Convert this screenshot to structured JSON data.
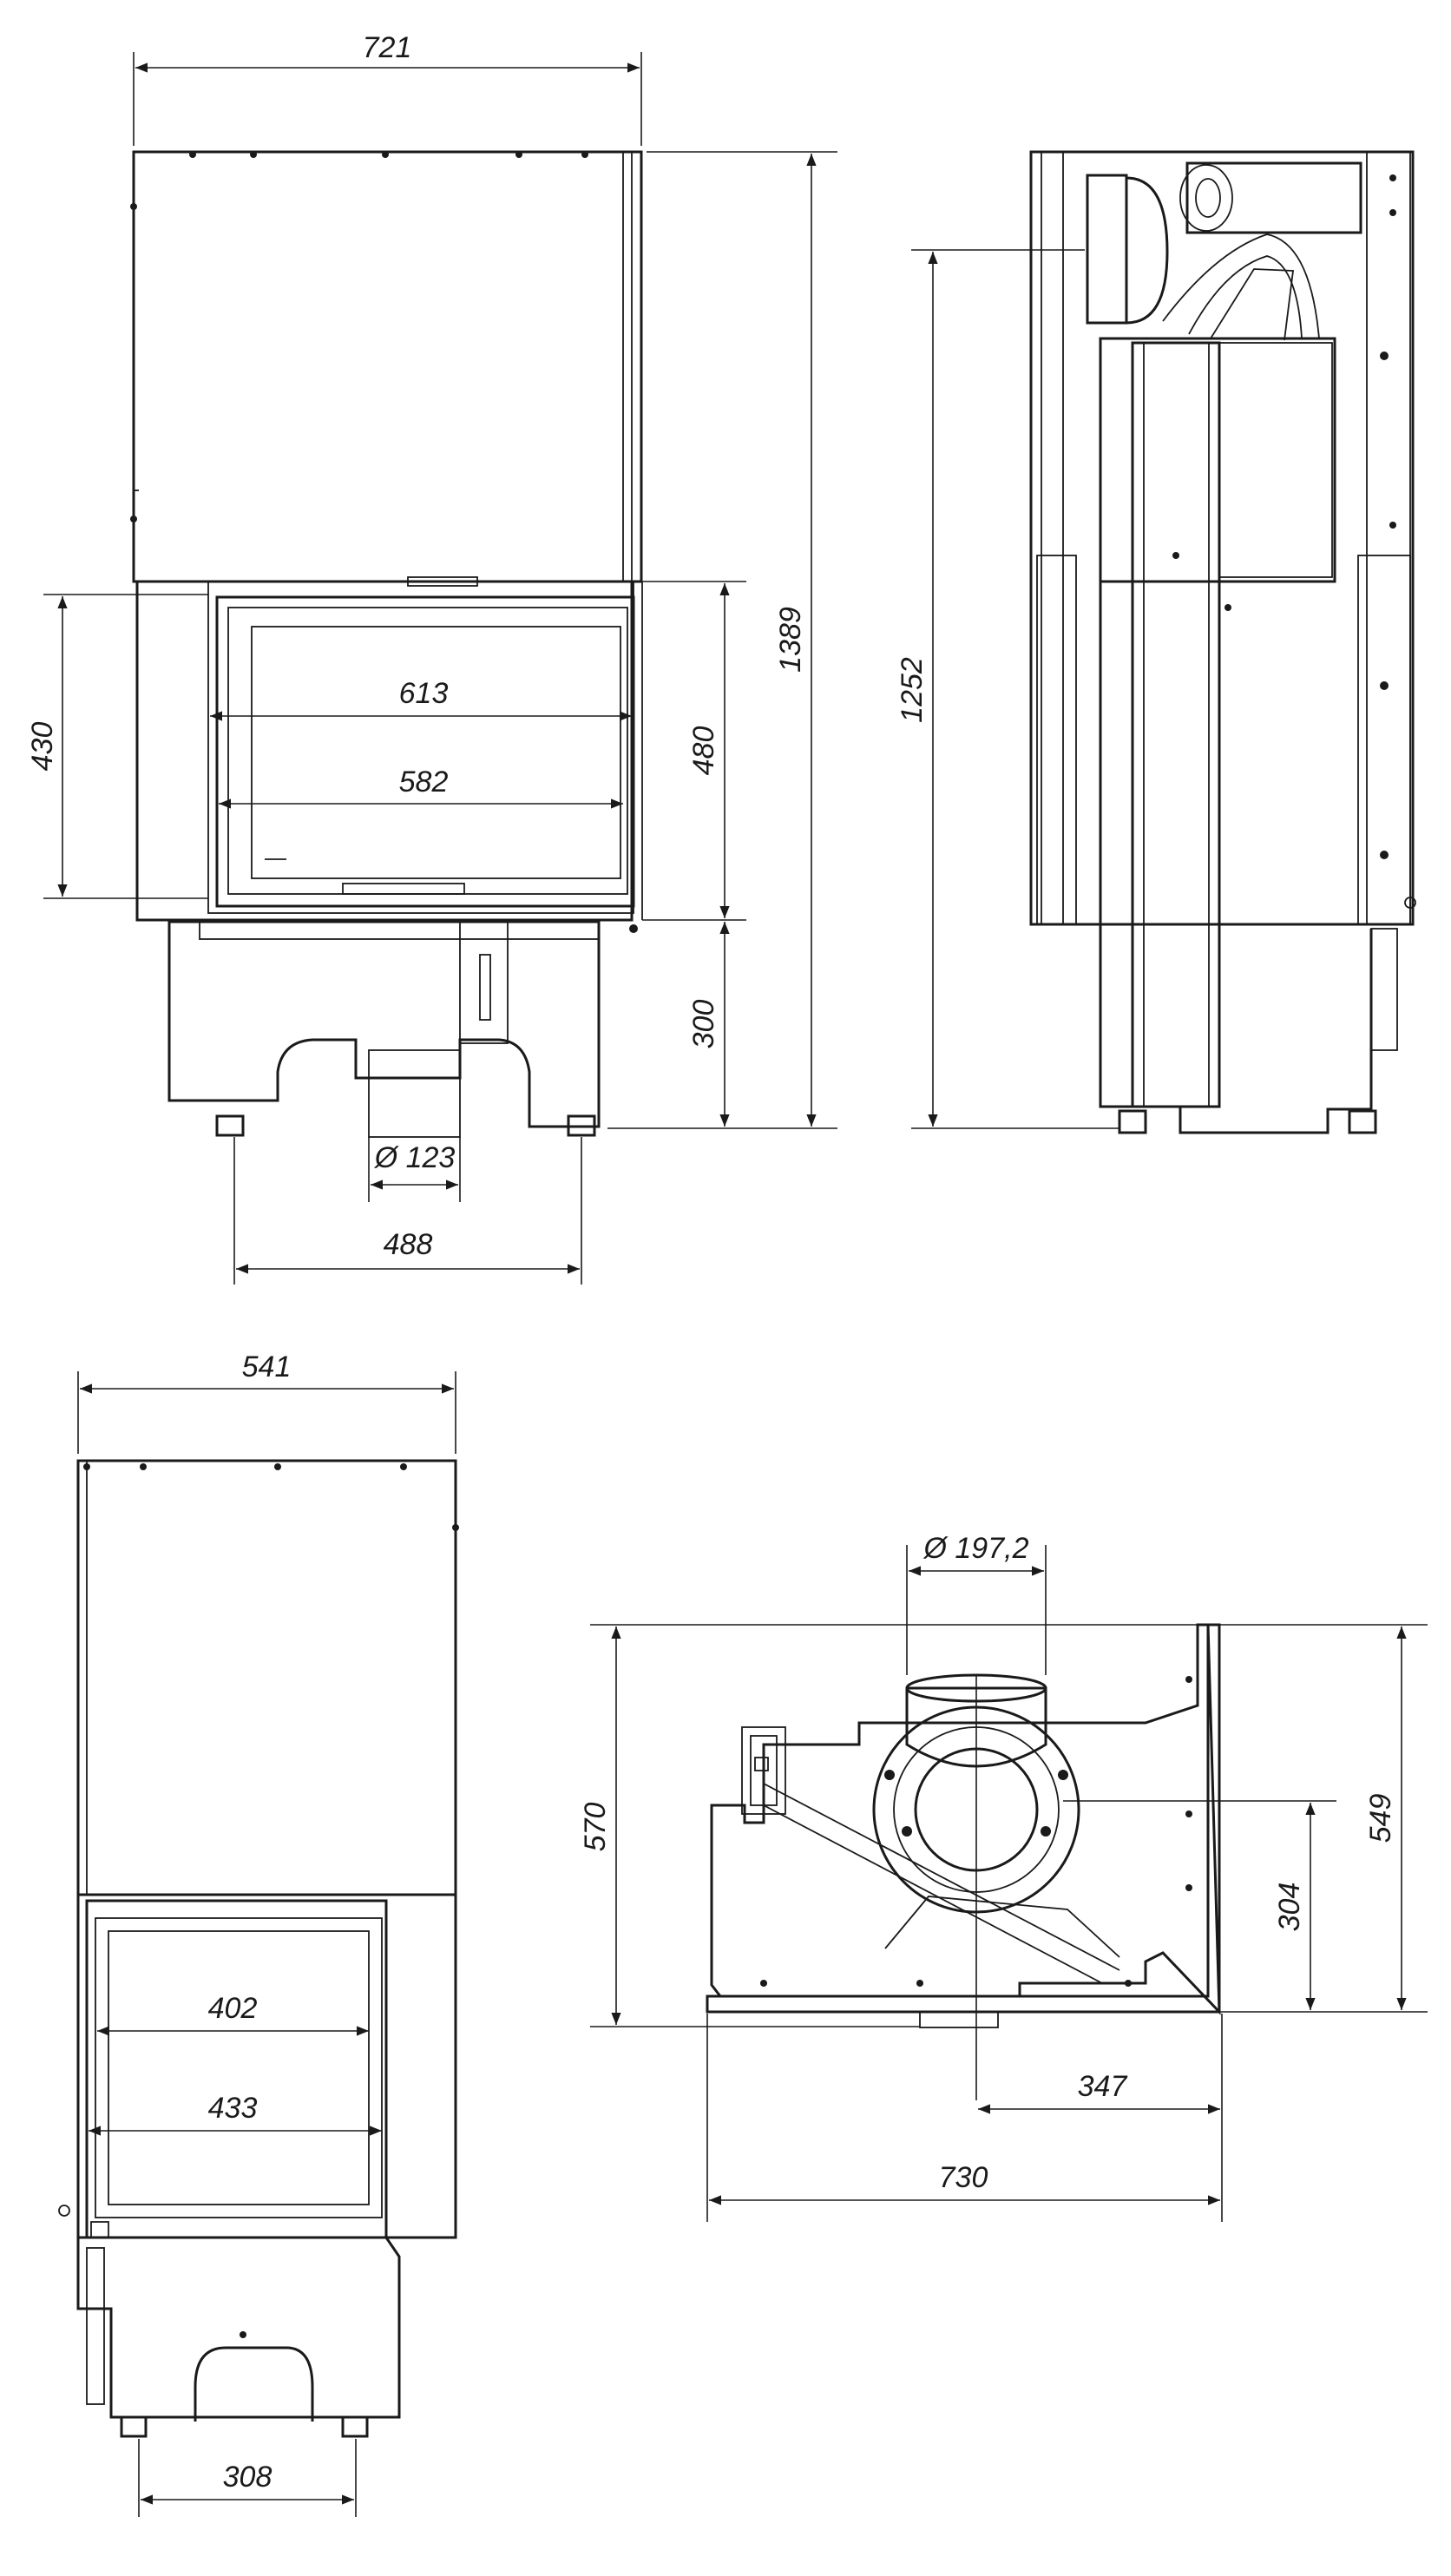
{
  "dimensions": {
    "front_width": "721",
    "front_height_total": "1389",
    "side_height": "1252",
    "front_door_height": "430",
    "front_glass_width_outer": "613",
    "front_glass_width_inner": "582",
    "front_opening_height": "480",
    "front_base_height": "300",
    "flue_diameter_small": "Ø 123",
    "feet_spacing_front": "488",
    "side_view_width": "541",
    "side_glass_width_inner": "402",
    "side_glass_width_outer": "433",
    "feet_spacing_side": "308",
    "flue_diameter_top": "Ø 197,2",
    "top_depth": "570",
    "top_depth_right": "549",
    "top_flue_offset_y": "304",
    "top_flue_offset_x": "347",
    "top_total_width": "730"
  },
  "colors": {
    "line": "#1a1a1a",
    "background": "#ffffff"
  }
}
